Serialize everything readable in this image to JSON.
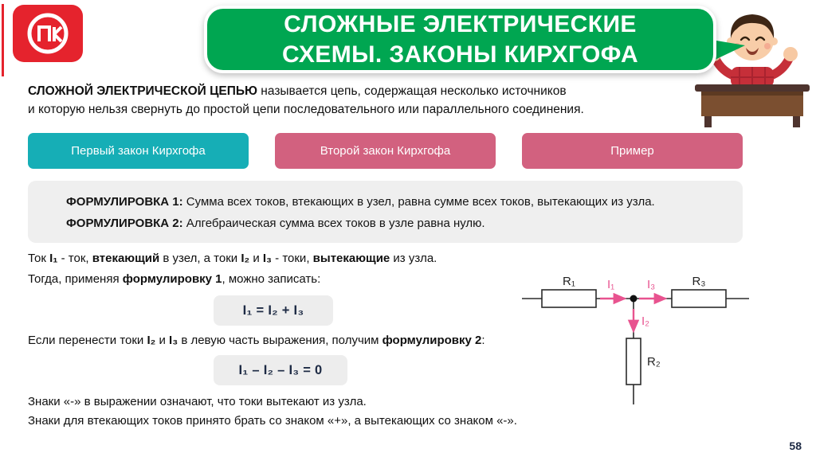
{
  "title": {
    "line1": "СЛОЖНЫЕ ЭЛЕКТРИЧЕСКИЕ",
    "line2": "СХЕМЫ. ЗАКОНЫ КИРХГОФА"
  },
  "intro": {
    "line1_segments": [
      {
        "t": "СЛОЖНОЙ ЭЛЕКТРИЧЕСКОЙ ЦЕПЬЮ",
        "b": 1
      },
      {
        "t": " называется цепь, содержащая несколько источников",
        "b": 0
      }
    ],
    "line2": "и которую нельзя свернуть до простой цепи последовательного или параллельного соединения."
  },
  "tabs": [
    {
      "label": "Первый закон Кирхгофа",
      "active": true
    },
    {
      "label": "Второй закон Кирхгофа",
      "active": false
    },
    {
      "label": "Пример",
      "active": false
    }
  ],
  "formulations": {
    "f1_segments": [
      {
        "t": "ФОРМУЛИРОВКА 1:",
        "b": 1
      },
      {
        "t": " Сумма всех токов, втекающих в узел, равна сумме всех токов, вытекающих из узла.",
        "b": 0
      }
    ],
    "f2_segments": [
      {
        "t": "ФОРМУЛИРОВКА 2:",
        "b": 1
      },
      {
        "t": " Алгебраическая сумма всех токов в узле равна нулю.",
        "b": 0
      }
    ]
  },
  "body": {
    "line1_segments": [
      {
        "t": "Ток ",
        "b": 0
      },
      {
        "t": "I₁",
        "b": 1
      },
      {
        "t": " - ток, ",
        "b": 0
      },
      {
        "t": "втекающий",
        "b": 1
      },
      {
        "t": " в узел, а токи ",
        "b": 0
      },
      {
        "t": "I₂",
        "b": 1
      },
      {
        "t": " и ",
        "b": 0
      },
      {
        "t": "I₃",
        "b": 1
      },
      {
        "t": " - токи, ",
        "b": 0
      },
      {
        "t": "вытекающие",
        "b": 1
      },
      {
        "t": " из узла.",
        "b": 0
      }
    ],
    "line2_segments": [
      {
        "t": "Тогда, применяя ",
        "b": 0
      },
      {
        "t": "формулировку 1",
        "b": 1
      },
      {
        "t": ", можно записать:",
        "b": 0
      }
    ],
    "formula1": "I₁ = I₂ + I₃",
    "line3_segments": [
      {
        "t": "Если перенести токи ",
        "b": 0
      },
      {
        "t": "I₂",
        "b": 1
      },
      {
        "t": " и ",
        "b": 0
      },
      {
        "t": "I₃",
        "b": 1
      },
      {
        "t": " в левую часть выражения, получим ",
        "b": 0
      },
      {
        "t": "формулировку 2",
        "b": 1
      },
      {
        "t": ":",
        "b": 0
      }
    ],
    "formula2": "I₁ – I₂ – I₃ = 0",
    "line4": "Знаки «-» в выражении означают, что токи вытекают из узла.",
    "line5": "Знаки для втекающих токов принято брать со знаком «+», а вытекающих со знаком «-»."
  },
  "circuit": {
    "r1": "R₁",
    "r2": "R₂",
    "r3": "R₃",
    "i1": "I₁",
    "i2": "I₂",
    "i3": "I₃"
  },
  "page": {
    "number": "58"
  },
  "colors": {
    "title_green": "#00a651",
    "tab_teal": "#16aeb6",
    "tab_pink": "#d2617f",
    "current_pink": "#e8538f",
    "logo_red": "#e5232d",
    "box_gray": "#efefef"
  }
}
